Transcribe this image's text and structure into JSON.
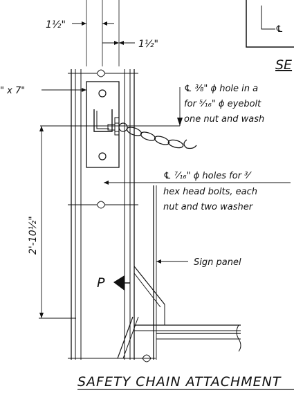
{
  "dimensions": {
    "top_left": "1½\"",
    "top_right": "1½\"",
    "plate": "\" x 7\"",
    "height": "2'-10½\""
  },
  "callouts": {
    "centerline_symbol": "℄",
    "hole_note_line1": "℄ ⅜\" ϕ hole in a",
    "hole_note_line2": "for ⁵⁄₁₆\" ϕ eyebolt",
    "hole_note_line3": "one nut and wash",
    "bolt_note_line1": "℄ ⁷⁄₁₆\" ϕ holes for ³⁄",
    "bolt_note_line2": "hex head bolts, each",
    "bolt_note_line3": "nut and two washer",
    "sign_panel": "Sign panel",
    "post_marker": "P"
  },
  "section": {
    "label": "SE"
  },
  "title": "SAFETY CHAIN ATTACHMENT"
}
